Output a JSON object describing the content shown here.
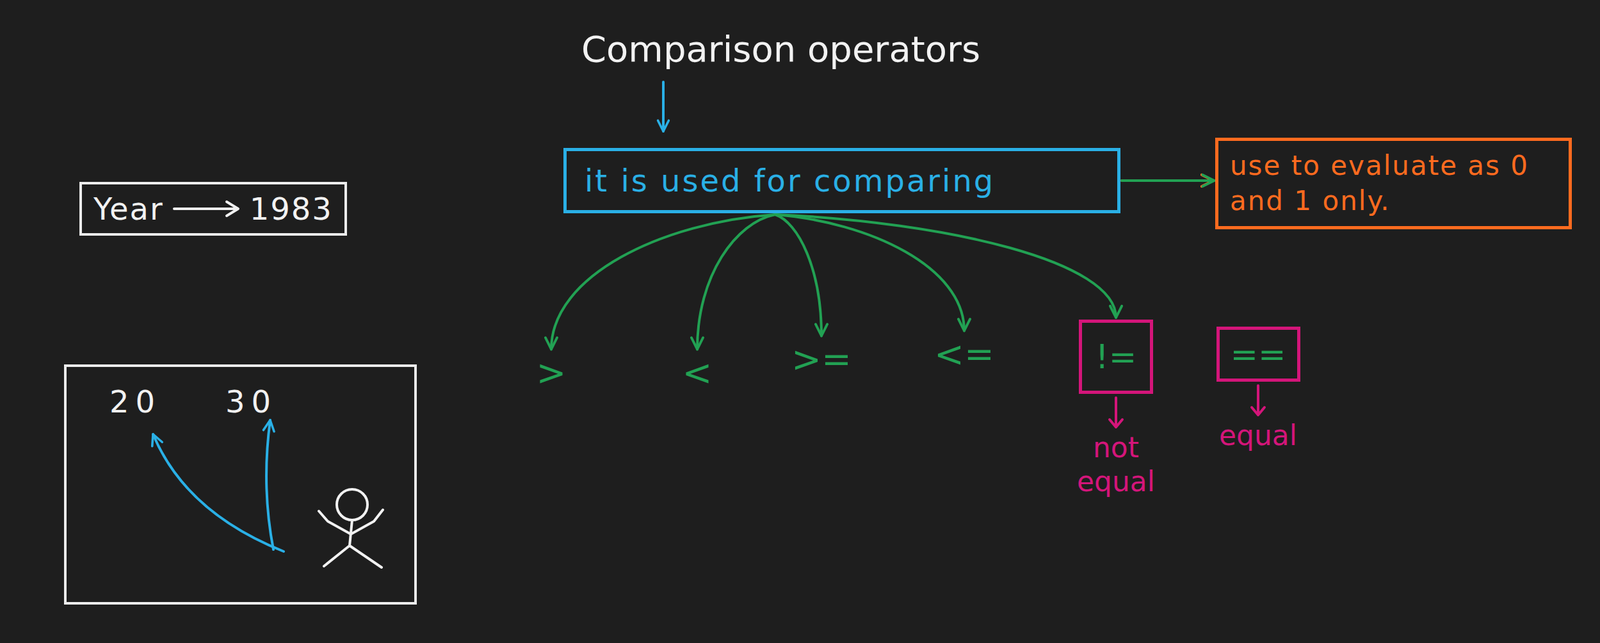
{
  "diagram": {
    "title": "Comparison operators",
    "nodes": [
      {
        "text": [
          "Year",
          "1983"
        ]
      },
      {
        "text": [
          "it is used for comparing"
        ]
      },
      {
        "text": [
          "use to evaluate as 0 and 1 only."
        ]
      },
      {
        "text": [
          ">"
        ]
      },
      {
        "text": [
          "<"
        ]
      },
      {
        "text": [
          ">="
        ]
      },
      {
        "text": [
          "<="
        ]
      },
      {
        "text": [
          "!=",
          "not equal"
        ]
      },
      {
        "text": [
          "==",
          "equal"
        ]
      },
      {
        "text": [
          "20",
          "30"
        ]
      }
    ],
    "edges": [
      {
        "from": 1,
        "to": 2,
        "arrow": "to"
      },
      {
        "from": 1,
        "to": 3,
        "arrow": "to"
      },
      {
        "from": 1,
        "to": 4,
        "arrow": "to"
      },
      {
        "from": 1,
        "to": 5,
        "arrow": "to"
      },
      {
        "from": 1,
        "to": 6,
        "arrow": "to"
      },
      {
        "from": 1,
        "to": 7,
        "arrow": "to"
      },
      {
        "from": 1,
        "to": 8,
        "arrow": "to"
      }
    ]
  }
}
